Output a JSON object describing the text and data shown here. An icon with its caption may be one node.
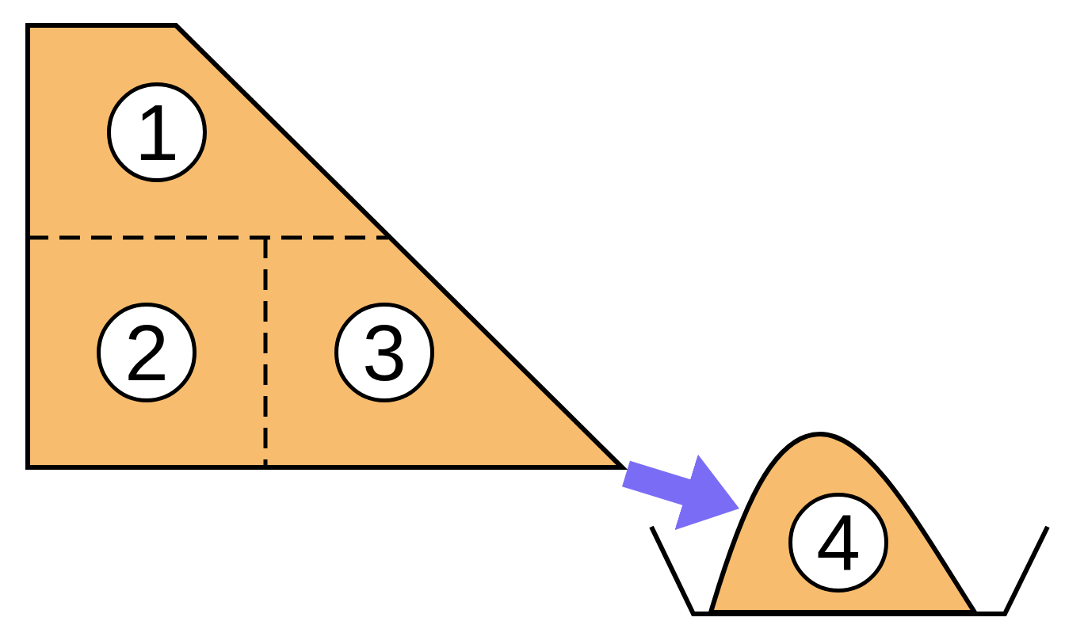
{
  "diagram": {
    "nodes": [
      {
        "text": [],
        "shape": "trapezoid"
      },
      {
        "text": [
          "1"
        ],
        "in": 0
      },
      {
        "text": [
          "2"
        ],
        "in": 0
      },
      {
        "text": [
          "3"
        ],
        "in": 0
      },
      {
        "text": [],
        "shape": "mound"
      },
      {
        "text": [
          "4"
        ],
        "in": 4
      }
    ],
    "edges": [
      {
        "from": 0,
        "to": 4,
        "arrow": "to"
      }
    ]
  }
}
